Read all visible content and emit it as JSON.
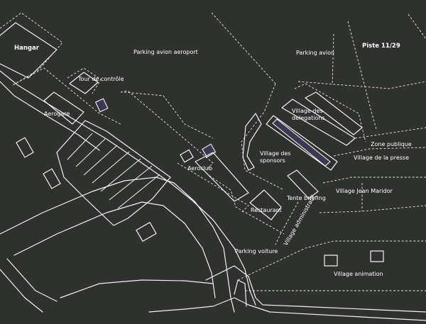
{
  "labels": {
    "hangar": "Hangar",
    "parking_avion_aeroport": "Parking avion aeroport",
    "parking_avion": "Parking avion",
    "piste": "Piste 11/29",
    "tour": "Tour de contrôle",
    "aerogare": "Aerogare",
    "village_delegations_1": "Village des",
    "village_delegations_2": "delegations",
    "zone_publique": "Zone publique",
    "village_presse": "Village de la presse",
    "village_sponsors_1": "Village des",
    "village_sponsors_2": "sponsors",
    "aeroclub": "Aeroclub",
    "tente_briefing": "Tente briefing",
    "village_maridor": "Village Jean Maridor",
    "restaurant": "Restaurant",
    "village_administratif": "Village administratif",
    "parking_voiture": "Parking voiture",
    "village_animation": "Village animation"
  },
  "colors": {
    "background": "#2f312e",
    "lines": "#f2f2f2",
    "highlight": "#3d3752"
  }
}
